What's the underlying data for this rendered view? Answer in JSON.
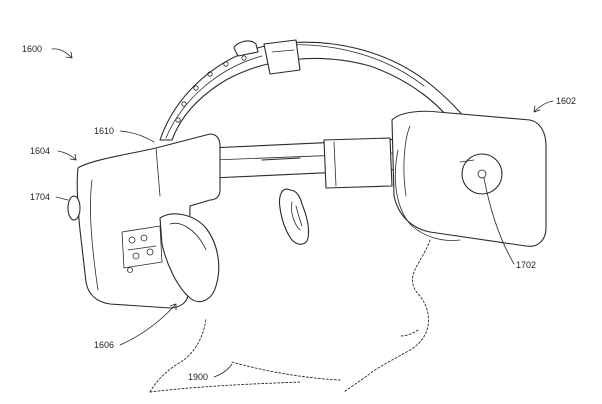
{
  "figure": {
    "labels": {
      "fig_ref": "1600",
      "top_right": "1602",
      "left_pad": "1604",
      "strap": "1610",
      "left_knob": "1704",
      "right_pivot": "1702",
      "speaker": "1606",
      "head": "1900"
    }
  }
}
